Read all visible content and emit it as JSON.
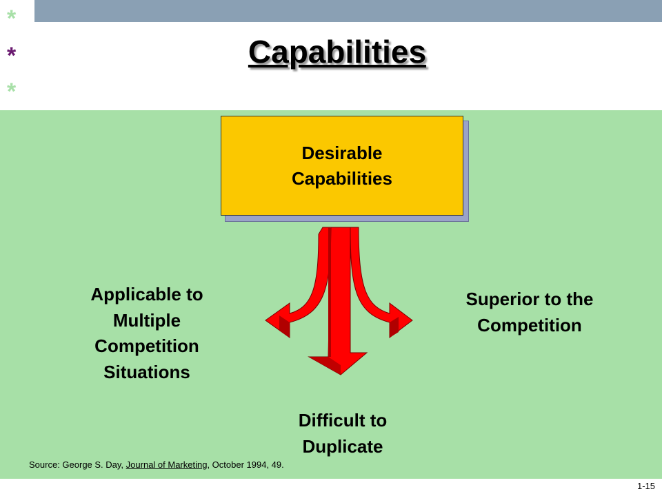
{
  "slide": {
    "title": "Capabilities",
    "bullets": [
      "*",
      "*",
      "*"
    ],
    "center_box": "Desirable Capabilities",
    "labels": {
      "left": "Applicable to Multiple Competition Situations",
      "right": "Superior to the Competition",
      "bottom": "Difficult to Duplicate"
    },
    "source": {
      "prefix": "Source:  George S. Day, ",
      "journal": "Journal of Marketing",
      "suffix": ", October 1994, 49."
    },
    "slide_number": "1-15"
  },
  "colors": {
    "top_bar": "#8aa0b4",
    "panel": "#a7e0a7",
    "box": "#fbc800",
    "arrow": "#ff0000",
    "arrow_dark": "#b00000"
  }
}
